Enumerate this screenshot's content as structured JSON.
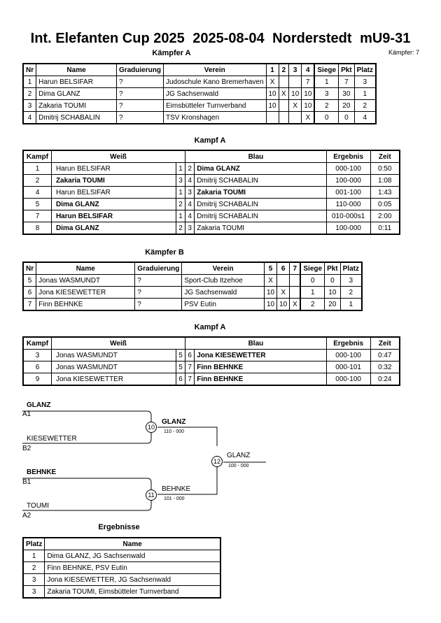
{
  "header": {
    "event": "Int. Elefanten Cup 2025",
    "date": "2025-08-04",
    "place": "Norderstedt",
    "category": "mU9-31"
  },
  "pool_a": {
    "heading": "Kämpfer A",
    "count": "Kämpfer: 7",
    "columns": [
      "Nr",
      "Name",
      "Graduierung",
      "Verein",
      "1",
      "2",
      "3",
      "4",
      "Siege",
      "Pkt",
      "Platz"
    ],
    "rows": [
      {
        "nr": "1",
        "name": "Harun BELSIFAR",
        "grad": "?",
        "club": "Judoschule Kano Bremerhaven",
        "c1": "X",
        "c2": "",
        "c3": "",
        "c4": "7",
        "wins": "1",
        "pts": "7",
        "place": "3"
      },
      {
        "nr": "2",
        "name": "Dima GLANZ",
        "grad": "?",
        "club": "JG Sachsenwald",
        "c1": "10",
        "c2": "X",
        "c3": "10",
        "c4": "10",
        "wins": "3",
        "pts": "30",
        "place": "1"
      },
      {
        "nr": "3",
        "name": "Zakaria TOUMI",
        "grad": "?",
        "club": "Eimsbütteler Turnverband",
        "c1": "10",
        "c2": "",
        "c3": "X",
        "c4": "10",
        "wins": "2",
        "pts": "20",
        "place": "2"
      },
      {
        "nr": "4",
        "name": "Dmitrij SCHABALIN",
        "grad": "?",
        "club": "TSV Kronshagen",
        "c1": "",
        "c2": "",
        "c3": "",
        "c4": "X",
        "wins": "0",
        "pts": "0",
        "place": "4"
      }
    ]
  },
  "fights_a": {
    "heading": "Kampf A",
    "columns": [
      "Kampf",
      "Weiß",
      "Blau",
      "Ergebnis",
      "Zeit"
    ],
    "rows": [
      {
        "no": "1",
        "white": "Harun BELSIFAR",
        "wb": false,
        "wn": "1",
        "bn": "2",
        "blue": "Dima GLANZ",
        "bb": true,
        "result": "000-100",
        "time": "0:50"
      },
      {
        "no": "2",
        "white": "Zakaria TOUMI",
        "wb": true,
        "wn": "3",
        "bn": "4",
        "blue": "Dmitrij SCHABALIN",
        "bb": false,
        "result": "100-000",
        "time": "1:08"
      },
      {
        "no": "4",
        "white": "Harun BELSIFAR",
        "wb": false,
        "wn": "1",
        "bn": "3",
        "blue": "Zakaria TOUMI",
        "bb": true,
        "result": "001-100",
        "time": "1:43"
      },
      {
        "no": "5",
        "white": "Dima GLANZ",
        "wb": true,
        "wn": "2",
        "bn": "4",
        "blue": "Dmitrij SCHABALIN",
        "bb": false,
        "result": "110-000",
        "time": "0:05"
      },
      {
        "no": "7",
        "white": "Harun BELSIFAR",
        "wb": true,
        "wn": "1",
        "bn": "4",
        "blue": "Dmitrij SCHABALIN",
        "bb": false,
        "result": "010-000s1",
        "time": "2:00"
      },
      {
        "no": "8",
        "white": "Dima GLANZ",
        "wb": true,
        "wn": "2",
        "bn": "3",
        "blue": "Zakaria TOUMI",
        "bb": false,
        "result": "100-000",
        "time": "0:11"
      }
    ]
  },
  "pool_b": {
    "heading": "Kämpfer B",
    "columns": [
      "Nr",
      "Name",
      "Graduierung",
      "Verein",
      "5",
      "6",
      "7",
      "Siege",
      "Pkt",
      "Platz"
    ],
    "rows": [
      {
        "nr": "5",
        "name": "Jonas WASMUNDT",
        "grad": "?",
        "club": "Sport-Club Itzehoe",
        "c1": "X",
        "c2": "",
        "c3": "",
        "wins": "0",
        "pts": "0",
        "place": "3"
      },
      {
        "nr": "6",
        "name": "Jona KIESEWETTER",
        "grad": "?",
        "club": "JG Sachsenwald",
        "c1": "10",
        "c2": "X",
        "c3": "",
        "wins": "1",
        "pts": "10",
        "place": "2"
      },
      {
        "nr": "7",
        "name": "Finn BEHNKE",
        "grad": "?",
        "club": "PSV Eutin",
        "c1": "10",
        "c2": "10",
        "c3": "X",
        "wins": "2",
        "pts": "20",
        "place": "1"
      }
    ]
  },
  "fights_b": {
    "heading": "Kampf A",
    "columns": [
      "Kampf",
      "Weiß",
      "Blau",
      "Ergebnis",
      "Zeit"
    ],
    "rows": [
      {
        "no": "3",
        "white": "Jonas WASMUNDT",
        "wb": false,
        "wn": "5",
        "bn": "6",
        "blue": "Jona KIESEWETTER",
        "bb": true,
        "result": "000-100",
        "time": "0:47"
      },
      {
        "no": "6",
        "white": "Jonas WASMUNDT",
        "wb": false,
        "wn": "5",
        "bn": "7",
        "blue": "Finn BEHNKE",
        "bb": true,
        "result": "000-101",
        "time": "0:32"
      },
      {
        "no": "9",
        "white": "Jona KIESEWETTER",
        "wb": false,
        "wn": "6",
        "bn": "7",
        "blue": "Finn BEHNKE",
        "bb": true,
        "result": "000-100",
        "time": "0:24"
      }
    ]
  },
  "bracket": {
    "entries": [
      {
        "name": "GLANZ",
        "seed": "A1",
        "bold": true
      },
      {
        "name": "KIESEWETTER",
        "seed": "B2",
        "bold": false
      },
      {
        "name": "BEHNKE",
        "seed": "B1",
        "bold": true
      },
      {
        "name": "TOUMI",
        "seed": "A2",
        "bold": false
      }
    ],
    "fights": [
      {
        "no": "10",
        "winner": "GLANZ",
        "score": "110 - 000"
      },
      {
        "no": "11",
        "winner": "BEHNKE",
        "score": "101 - 000"
      },
      {
        "no": "12",
        "winner": "GLANZ",
        "score": "100 - 000"
      }
    ]
  },
  "results": {
    "heading": "Ergebnisse",
    "columns": [
      "Platz",
      "Name"
    ],
    "rows": [
      {
        "place": "1",
        "name": "Dima GLANZ, JG Sachsenwald"
      },
      {
        "place": "2",
        "name": "Finn BEHNKE, PSV Eutin"
      },
      {
        "place": "3",
        "name": "Jona KIESEWETTER, JG Sachsenwald"
      },
      {
        "place": "3",
        "name": "Zakaria TOUMI, Eimsbütteler Turnverband"
      }
    ]
  }
}
